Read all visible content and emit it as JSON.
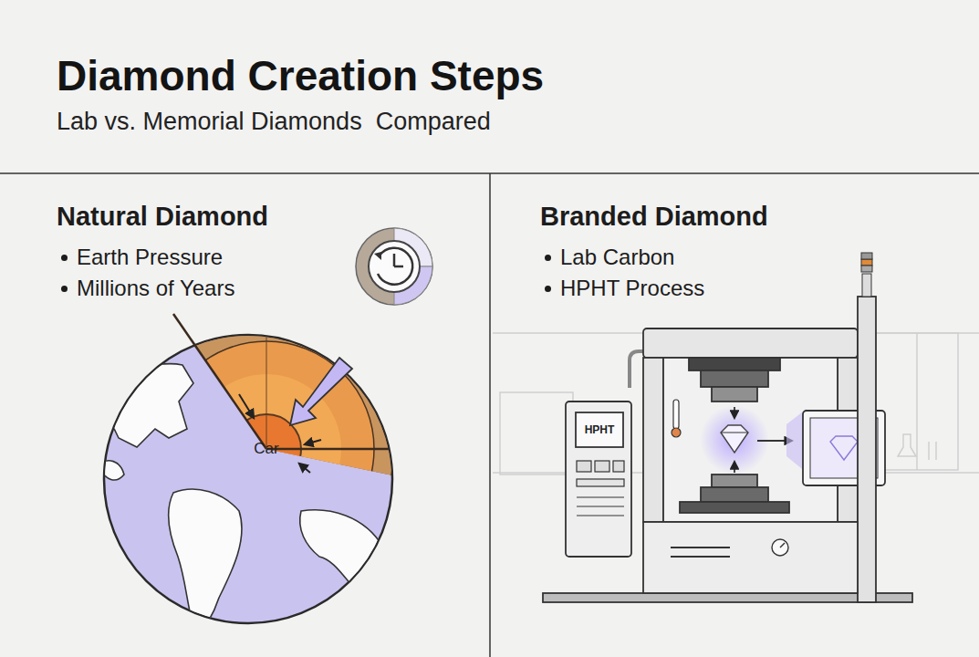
{
  "diagram": {
    "title": "Diamond Creation Steps",
    "nodes": [
      {
        "text": [
          "Natural Diamond",
          "Earth Pressure",
          "Millions of Years"
        ]
      },
      {
        "text": [
          "Branded Diamond",
          "Lab Carbon",
          "HPHT Process"
        ]
      }
    ],
    "labels": [
      "Lab vs. Memorial Diamonds  Compared",
      "Car",
      "HPHT"
    ]
  }
}
